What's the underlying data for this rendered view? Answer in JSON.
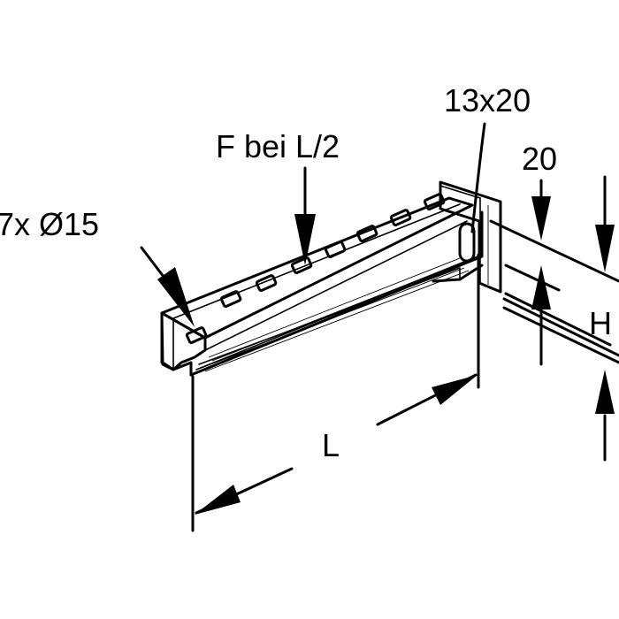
{
  "labels": {
    "holes": "7x Ø15",
    "load": "F bei L/2",
    "slot": "13x20",
    "width": "20",
    "height": "H",
    "length": "L"
  }
}
